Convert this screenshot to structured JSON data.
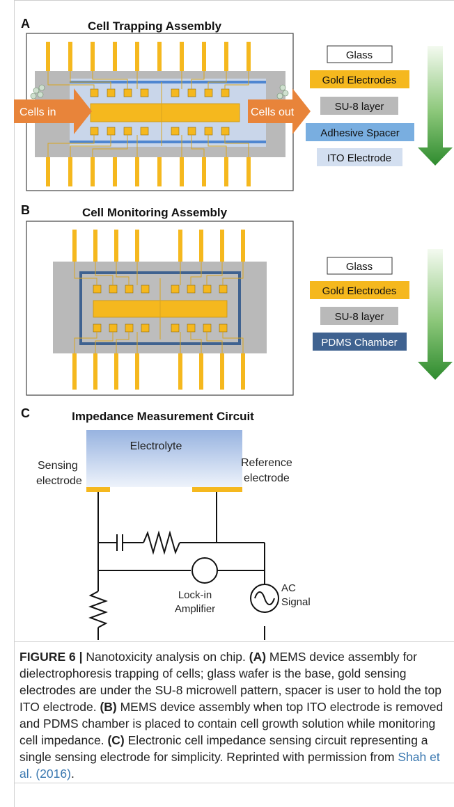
{
  "panels": {
    "a": {
      "letter": "A",
      "title": "Cell Trapping Assembly",
      "inlet_label": "Cells in",
      "outlet_label": "Cells out",
      "legend": [
        {
          "label": "Glass",
          "fill": "#ffffff",
          "text": "#111111"
        },
        {
          "label": "Gold Electrodes",
          "fill": "#f5b81e",
          "text": "#111111"
        },
        {
          "label": "SU-8 layer",
          "fill": "#b9b9b9",
          "text": "#111111"
        },
        {
          "label": "Adhesive Spacer",
          "fill": "#79aee0",
          "text": "#111111"
        },
        {
          "label": "ITO Electrode",
          "fill": "#d3dff0",
          "text": "#111111"
        }
      ]
    },
    "b": {
      "letter": "B",
      "title": "Cell Monitoring Assembly",
      "legend": [
        {
          "label": "Glass",
          "fill": "#ffffff",
          "text": "#111111"
        },
        {
          "label": "Gold Electrodes",
          "fill": "#f5b81e",
          "text": "#111111"
        },
        {
          "label": "SU-8 layer",
          "fill": "#b9b9b9",
          "text": "#111111"
        },
        {
          "label": "PDMS Chamber",
          "fill": "#3f6290",
          "text": "#ffffff"
        }
      ]
    },
    "c": {
      "letter": "C",
      "title": "Impedance Measurement Circuit",
      "electrolyte": "Electrolyte",
      "sensing_1": "Sensing",
      "sensing_2": "electrode",
      "reference_1": "Reference",
      "reference_2": "electrode",
      "lockin_1": "Lock-in",
      "lockin_2": "Amplifier",
      "ac_1": "AC",
      "ac_2": "Signal"
    }
  },
  "caption": {
    "figure_label": "FIGURE 6 |",
    "intro": " Nanotoxicity analysis on chip. ",
    "a_ref": "(A)",
    "a_text": " MEMS device assembly for dielectrophoresis trapping of cells; glass wafer is the base, gold sensing electrodes are under the SU-8 microwell pattern, spacer is user to hold the top ITO electrode. ",
    "b_ref": "(B)",
    "b_text": " MEMS device assembly when top ITO electrode is removed and PDMS chamber is placed to contain cell growth solution while monitoring cell impedance. ",
    "c_ref": "(C)",
    "c_text": " Electronic cell impedance sensing circuit representing a single sensing electrode for simplicity. Reprinted with permission from ",
    "cite": "Shah et al. (2016)",
    "end": "."
  },
  "colors": {
    "gold": "#f5b81e",
    "su8": "#b9b9b9",
    "ito": "#c9d6ea",
    "spacer": "#4f86d0",
    "pdms": "#3f6290",
    "arrow_orange": "#e8843a",
    "arrow_green": "#2e8b2e",
    "link": "#3a78b0"
  }
}
